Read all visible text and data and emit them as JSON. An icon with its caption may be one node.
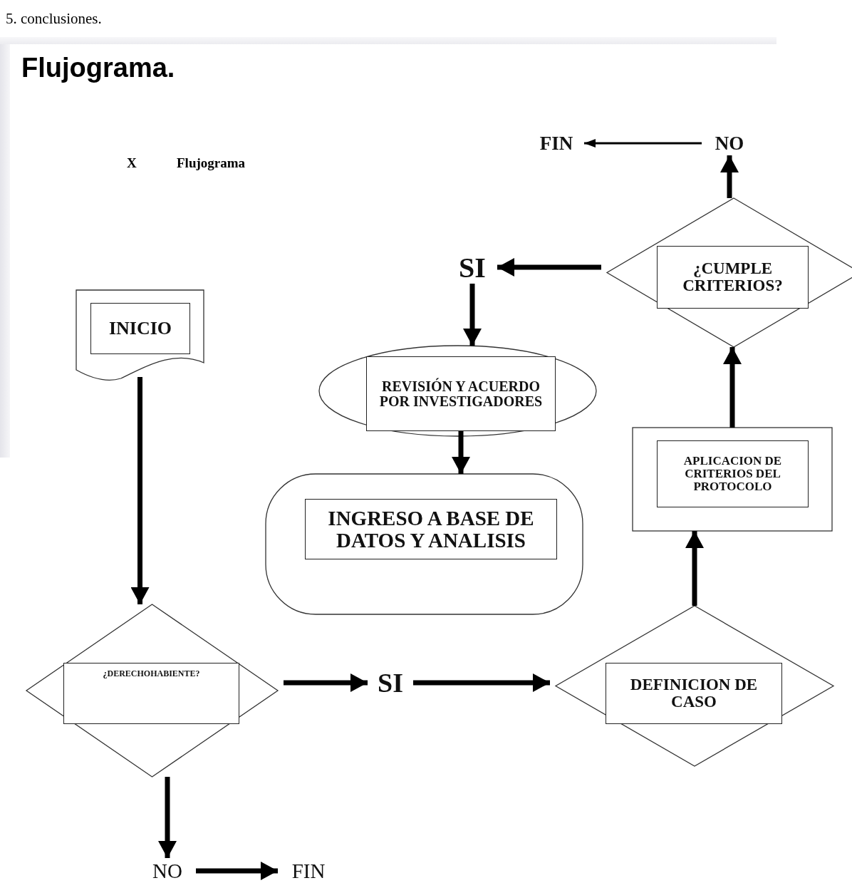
{
  "diagram": {
    "title": "Flujograma.",
    "nodes": [
      {
        "text": [],
        "shape": "document"
      },
      {
        "text": [
          "INICIO"
        ],
        "in": 0
      },
      {
        "text": [],
        "shape": "diamond"
      },
      {
        "text": [
          "¿DERECHOHABIENTE?"
        ],
        "in": 2
      },
      {
        "text": [
          "NO"
        ]
      },
      {
        "text": [
          "FIN"
        ]
      },
      {
        "text": [
          "SI"
        ]
      },
      {
        "text": [],
        "shape": "diamond"
      },
      {
        "text": [
          "DEFINICION DE CASO"
        ],
        "in": 7
      },
      {
        "text": [],
        "shape": "box"
      },
      {
        "text": [
          "APLICACION DE CRITERIOS DEL PROTOCOLO"
        ],
        "in": 9
      },
      {
        "text": [],
        "shape": "diamond"
      },
      {
        "text": [
          "¿CUMPLE CRITERIOS?"
        ],
        "in": 11
      },
      {
        "text": [
          "NO"
        ]
      },
      {
        "text": [
          "FIN"
        ]
      },
      {
        "text": [
          "SI"
        ]
      },
      {
        "text": [],
        "shape": "ellipse"
      },
      {
        "text": [
          "REVISIÓN Y ACUERDO POR INVESTIGADORES"
        ],
        "in": 16
      },
      {
        "text": [],
        "shape": "terminal"
      },
      {
        "text": [
          "INGRESO A BASE DE DATOS Y ANALISIS"
        ],
        "in": 18
      }
    ],
    "edges": [
      {
        "from": 0,
        "to": 2,
        "arrow": "to"
      },
      {
        "from": 2,
        "to": 4,
        "arrow": "to"
      },
      {
        "from": 4,
        "to": 5,
        "arrow": "to"
      },
      {
        "from": 2,
        "to": 6,
        "arrow": "to"
      },
      {
        "from": 6,
        "to": 7,
        "arrow": "to"
      },
      {
        "from": 7,
        "to": 9,
        "arrow": "to"
      },
      {
        "from": 9,
        "to": 11,
        "arrow": "to"
      },
      {
        "from": 11,
        "to": 13,
        "arrow": "to"
      },
      {
        "from": 13,
        "to": 14,
        "arrow": "to"
      },
      {
        "from": 11,
        "to": 15,
        "arrow": "to"
      },
      {
        "from": 15,
        "to": 16,
        "arrow": "to"
      },
      {
        "from": 17,
        "to": 18,
        "arrow": "to"
      }
    ],
    "labels": [
      "5. conclusiones.",
      "X",
      "Flujograma"
    ]
  }
}
